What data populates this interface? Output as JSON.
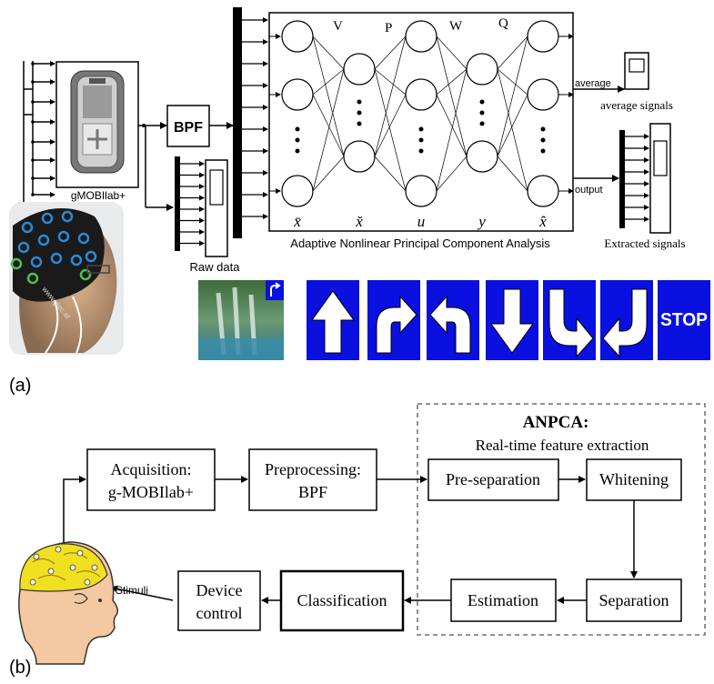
{
  "part_a": {
    "label": "(a)",
    "device_name": "gMOBIlab+",
    "bpf": "BPF",
    "raw_data": "Raw data",
    "network_caption": "Adaptive Nonlinear Principal Component Analysis",
    "weights": [
      "V",
      "P",
      "W",
      "Q"
    ],
    "layer_vars": [
      "x̄",
      "x̆",
      "u",
      "y",
      "x̂"
    ],
    "average_port": "average",
    "average_signals": "average signals",
    "output_port": "output",
    "extracted_signals": "Extracted signals",
    "stop_sign": "STOP",
    "cap_text": "www.gtec.at"
  },
  "part_b": {
    "label": "(b)",
    "acquisition": [
      "Acquisition:",
      "g-MOBIlab+"
    ],
    "preprocessing": [
      "Preprocessing:",
      "BPF"
    ],
    "anpca_title": "ANPCA:",
    "anpca_subtitle": "Real-time feature extraction",
    "pre_separation": "Pre-separation",
    "whitening": "Whitening",
    "separation": "Separation",
    "estimation": "Estimation",
    "classification": "Classification",
    "device_control": [
      "Device",
      "control"
    ],
    "stimuli": "Stimuli"
  },
  "colors": {
    "sign_blue": "#0a10e0",
    "brain_yellow": "#f0e020",
    "skin": "#f4c8a0"
  }
}
